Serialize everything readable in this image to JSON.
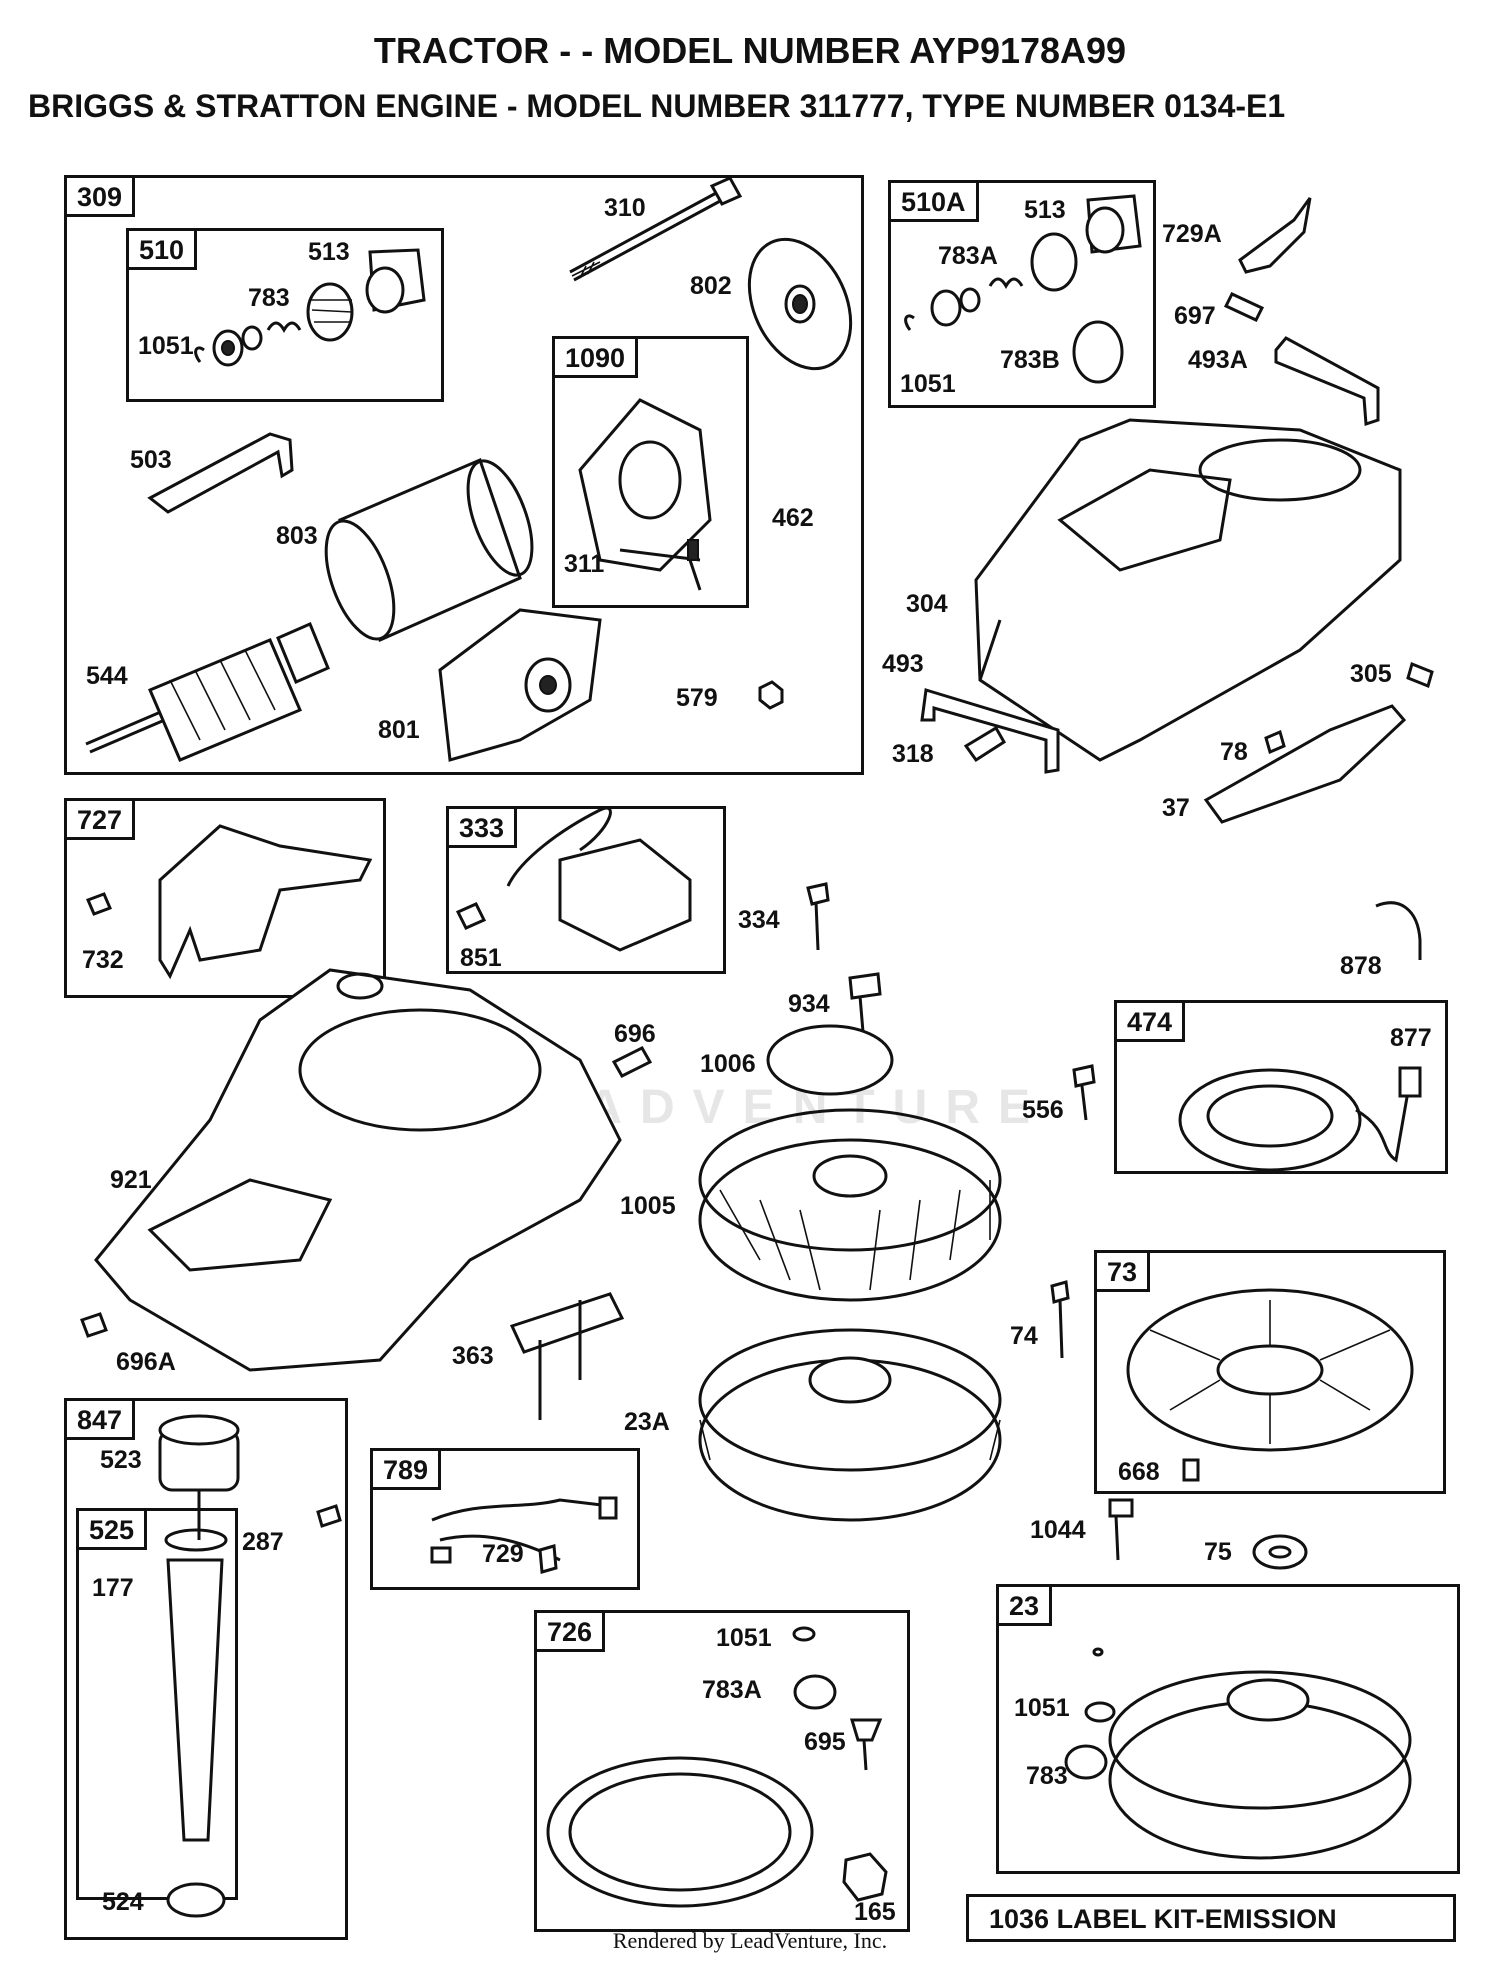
{
  "header": {
    "title": "TRACTOR - - MODEL NUMBER AYP9178A99",
    "subtitle": "BRIGGS & STRATTON ENGINE - MODEL NUMBER 311777, TYPE NUMBER 0134-E1"
  },
  "watermark": "LEADVENTURE",
  "boxes": {
    "b309": "309",
    "b510": "510",
    "b1090": "1090",
    "b510a": "510A",
    "b727": "727",
    "b333": "333",
    "b474": "474",
    "b73": "73",
    "b847": "847",
    "b525": "525",
    "b789": "789",
    "b726": "726",
    "b23": "23"
  },
  "parts": {
    "p310": "310",
    "p802": "802",
    "p513a": "513",
    "p783a": "783",
    "p1051a": "1051",
    "p503": "503",
    "p803": "803",
    "p311": "311",
    "p462": "462",
    "p544": "544",
    "p801": "801",
    "p579": "579",
    "p513b": "513",
    "p783A": "783A",
    "p1051b": "1051",
    "p783B": "783B",
    "p729A": "729A",
    "p697": "697",
    "p493A": "493A",
    "p304": "304",
    "p493": "493",
    "p318": "318",
    "p305": "305",
    "p78": "78",
    "p37": "37",
    "p732": "732",
    "p851": "851",
    "p334": "334",
    "p878": "878",
    "p934": "934",
    "p696": "696",
    "p1006": "1006",
    "p556": "556",
    "p877": "877",
    "p921": "921",
    "p1005": "1005",
    "p74": "74",
    "p696A": "696A",
    "p363": "363",
    "p23A": "23A",
    "p668": "668",
    "p523": "523",
    "p287": "287",
    "p177": "177",
    "p729": "729",
    "p1044": "1044",
    "p75": "75",
    "p1051c": "1051",
    "p783Ab": "783A",
    "p695": "695",
    "p1051d": "1051",
    "p783b": "783",
    "p524": "524",
    "p165": "165"
  },
  "label_kit": "1036 LABEL KIT-EMISSION",
  "footer": "Rendered by LeadVenture, Inc."
}
